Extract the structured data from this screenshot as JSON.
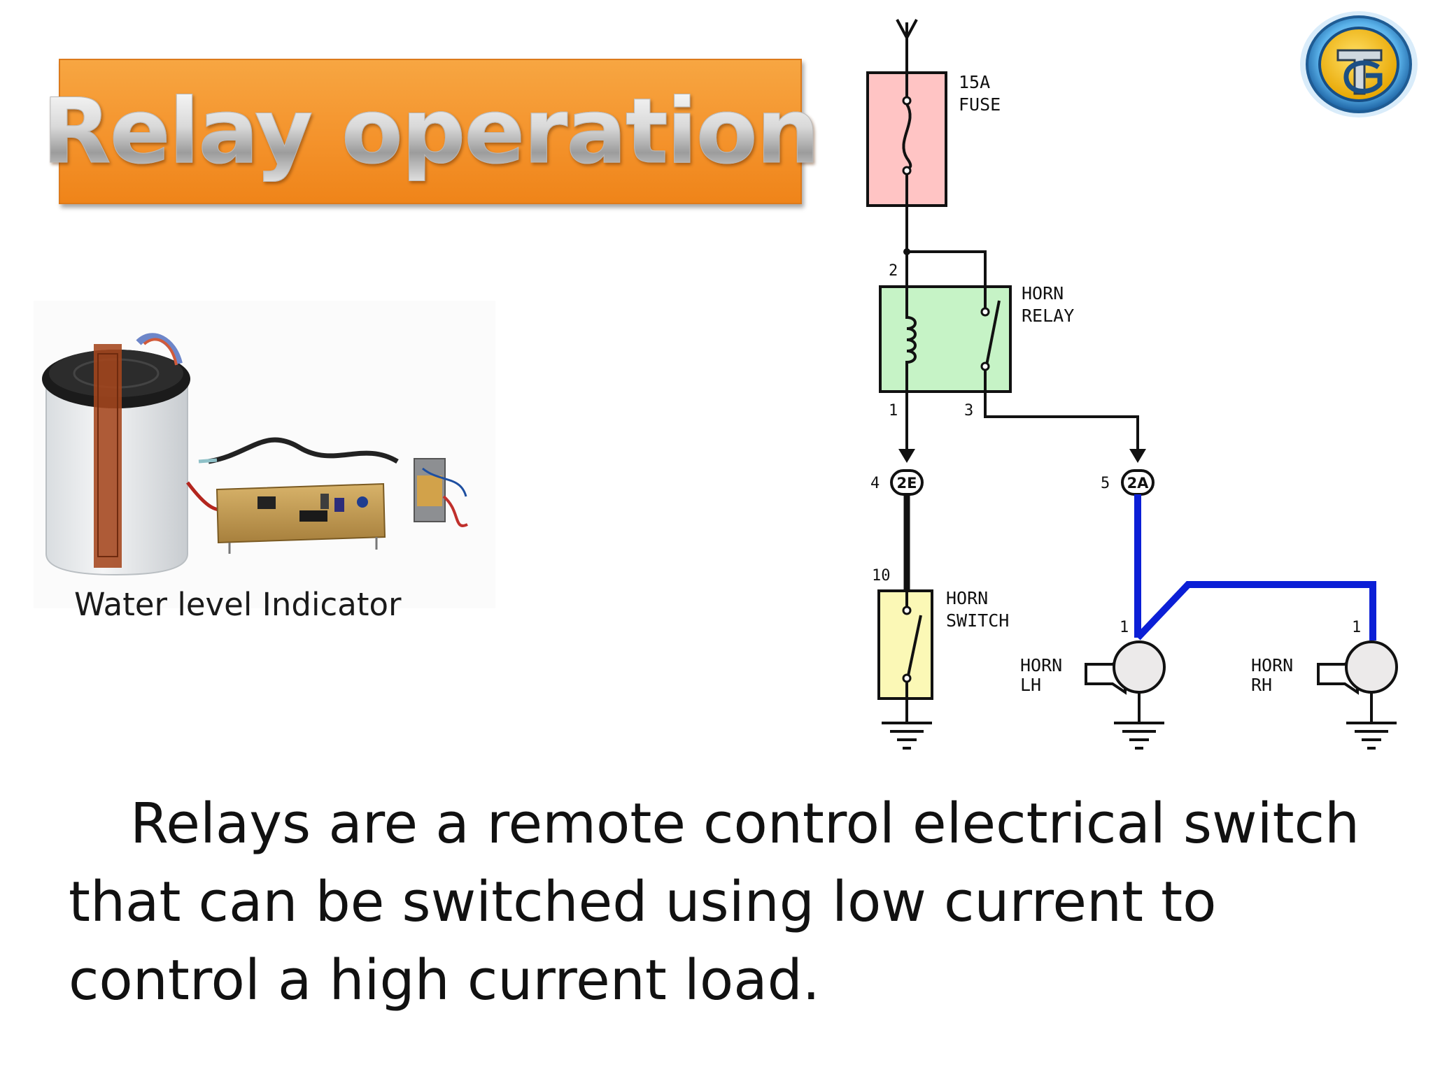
{
  "slide": {
    "title": "Relay operation",
    "photo_caption": "Water level Indicator",
    "body": "Relays are a remote control electrical switch that can be switched using low current to control a high current load."
  },
  "circuit": {
    "fuse": {
      "label_line1": "15A",
      "label_line2": "FUSE"
    },
    "relay": {
      "label_line1": "HORN",
      "label_line2": "RELAY",
      "pin_coil_in": "2",
      "pin_coil_out": "1",
      "pin_switch_out": "3"
    },
    "connector_left": {
      "pin": "4",
      "code": "2E"
    },
    "connector_right": {
      "pin": "5",
      "code": "2A"
    },
    "horn_switch": {
      "label_line1": "HORN",
      "label_line2": "SWITCH",
      "pin": "10"
    },
    "horn_lh": {
      "label_line1": "HORN",
      "label_line2": "LH",
      "pin": "1"
    },
    "horn_rh": {
      "label_line1": "HORN",
      "label_line2": "RH",
      "pin": "1"
    }
  },
  "colors": {
    "banner": "#f4932c",
    "fuse_fill": "#ffc4c4",
    "relay_fill": "#c6f3c6",
    "switch_fill": "#fbf8b6",
    "load_wire": "#0b1fd6"
  }
}
